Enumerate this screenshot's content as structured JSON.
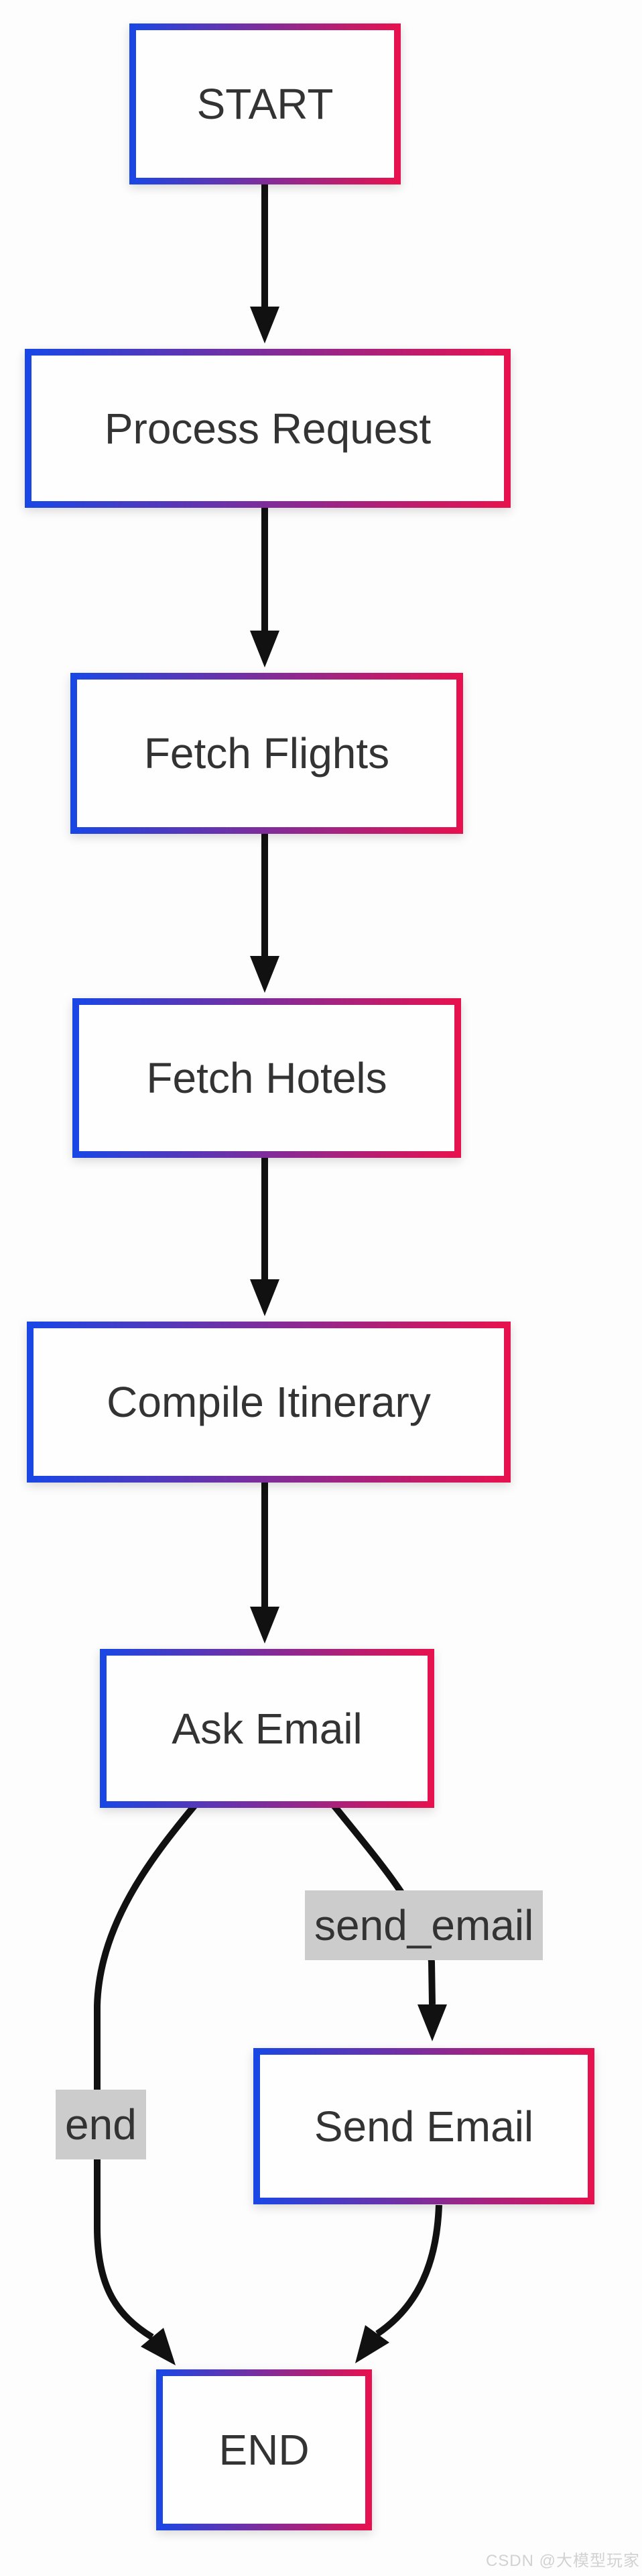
{
  "diagram": {
    "type": "flowchart",
    "direction": "top-down",
    "nodes": [
      {
        "id": "start",
        "label": "START"
      },
      {
        "id": "process_request",
        "label": "Process Request"
      },
      {
        "id": "fetch_flights",
        "label": "Fetch Flights"
      },
      {
        "id": "fetch_hotels",
        "label": "Fetch Hotels"
      },
      {
        "id": "compile_itinerary",
        "label": "Compile Itinerary"
      },
      {
        "id": "ask_email",
        "label": "Ask Email"
      },
      {
        "id": "send_email",
        "label": "Send Email"
      },
      {
        "id": "end",
        "label": "END"
      }
    ],
    "edges": [
      {
        "from": "start",
        "to": "process_request",
        "label": ""
      },
      {
        "from": "process_request",
        "to": "fetch_flights",
        "label": ""
      },
      {
        "from": "fetch_flights",
        "to": "fetch_hotels",
        "label": ""
      },
      {
        "from": "fetch_hotels",
        "to": "compile_itinerary",
        "label": ""
      },
      {
        "from": "compile_itinerary",
        "to": "ask_email",
        "label": ""
      },
      {
        "from": "ask_email",
        "to": "end",
        "label": "end"
      },
      {
        "from": "ask_email",
        "to": "send_email",
        "label": "send_email"
      },
      {
        "from": "send_email",
        "to": "end",
        "label": ""
      }
    ]
  },
  "colors": {
    "gradient_start": "#1847e6",
    "gradient_end": "#e8114e",
    "arrow_color": "#111111",
    "node_bg": "#fefefe",
    "node_text": "#333333",
    "label_bg": "#cccccc",
    "label_text": "#333333",
    "canvas_bg": "#fdfdfd",
    "watermark_color": "#d2d2d2"
  },
  "watermark": {
    "text": "CSDN @大模型玩家"
  }
}
